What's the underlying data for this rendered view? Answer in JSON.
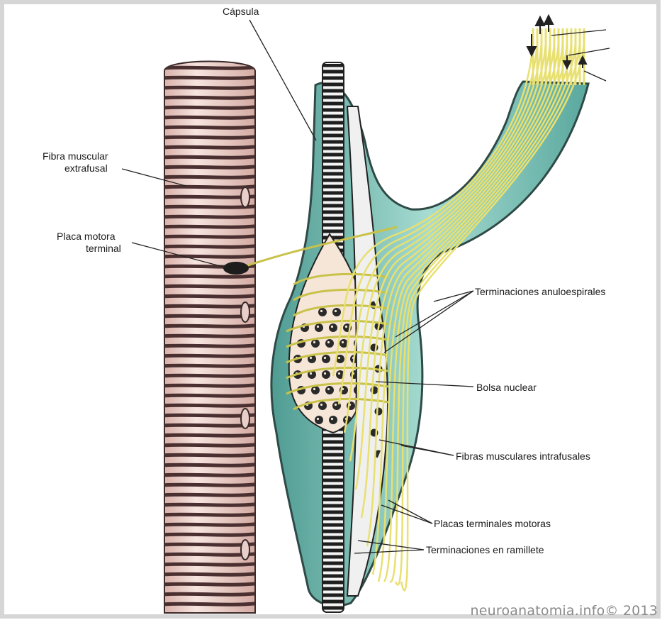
{
  "labels": {
    "capsula": "Cápsula",
    "fibra_extrafusal_line1": "Fibra muscular",
    "fibra_extrafusal_line2": "extrafusal",
    "placa_motora_line1": "Placa motora",
    "placa_motora_line2": "terminal",
    "anuloespirales": "Terminaciones anuloespirales",
    "bolsa_nuclear": "Bolsa nuclear",
    "fibras_intrafusales": "Fibras musculares intrafusales",
    "placas_terminales": "Placas terminales motoras",
    "ramillete": "Terminaciones en ramillete"
  },
  "watermark": "neuroanatomia.info© 2013",
  "colors": {
    "muscle_fill": "#f3d9d2",
    "muscle_stripe": "#4a3030",
    "capsule_fill": "#8fcfc4",
    "nerve": "#e8e070",
    "nerve_outline": "#7a7a30",
    "nucleus": "#2a2a2a",
    "background": "#ffffff",
    "frame_shadow": "#c8c8c8"
  }
}
